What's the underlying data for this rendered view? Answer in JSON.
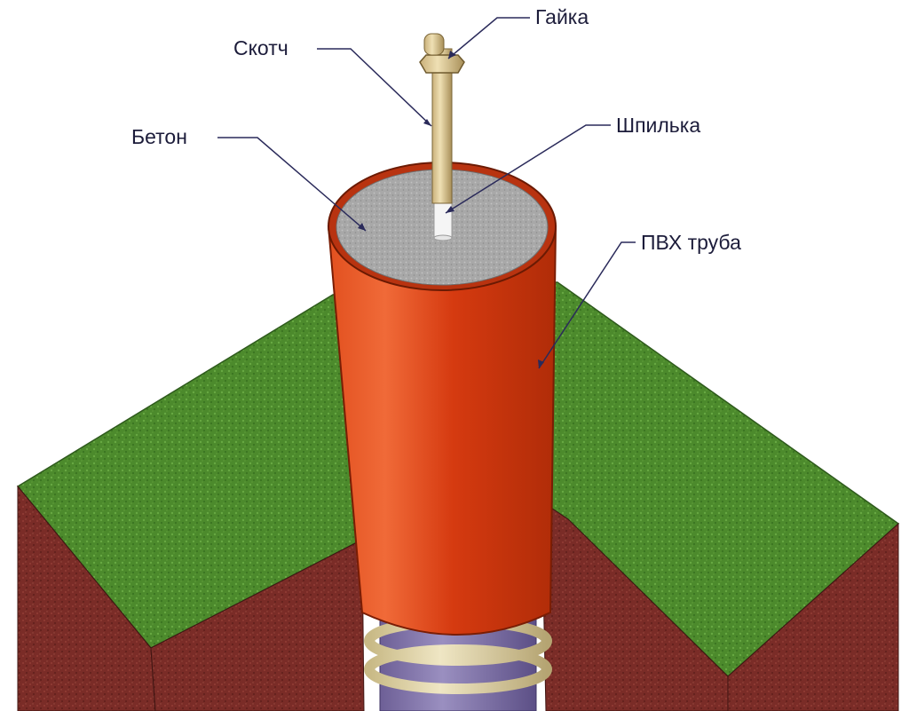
{
  "labels": {
    "nut": "Гайка",
    "tape": "Скотч",
    "stud": "Шпилька",
    "concrete": "Бетон",
    "pvc_pipe": "ПВХ труба"
  },
  "colors": {
    "grass": "#4f8f2e",
    "soil": "#7a2d28",
    "pipe": "#d63b12",
    "concrete": "#a9a9a9",
    "stud": "#d7c38d",
    "tape": "#f4f4f4",
    "sleeve_band": "#d9cc9c",
    "sleeve_core": "#7b6fa6",
    "leader": "#2a2a5a"
  }
}
